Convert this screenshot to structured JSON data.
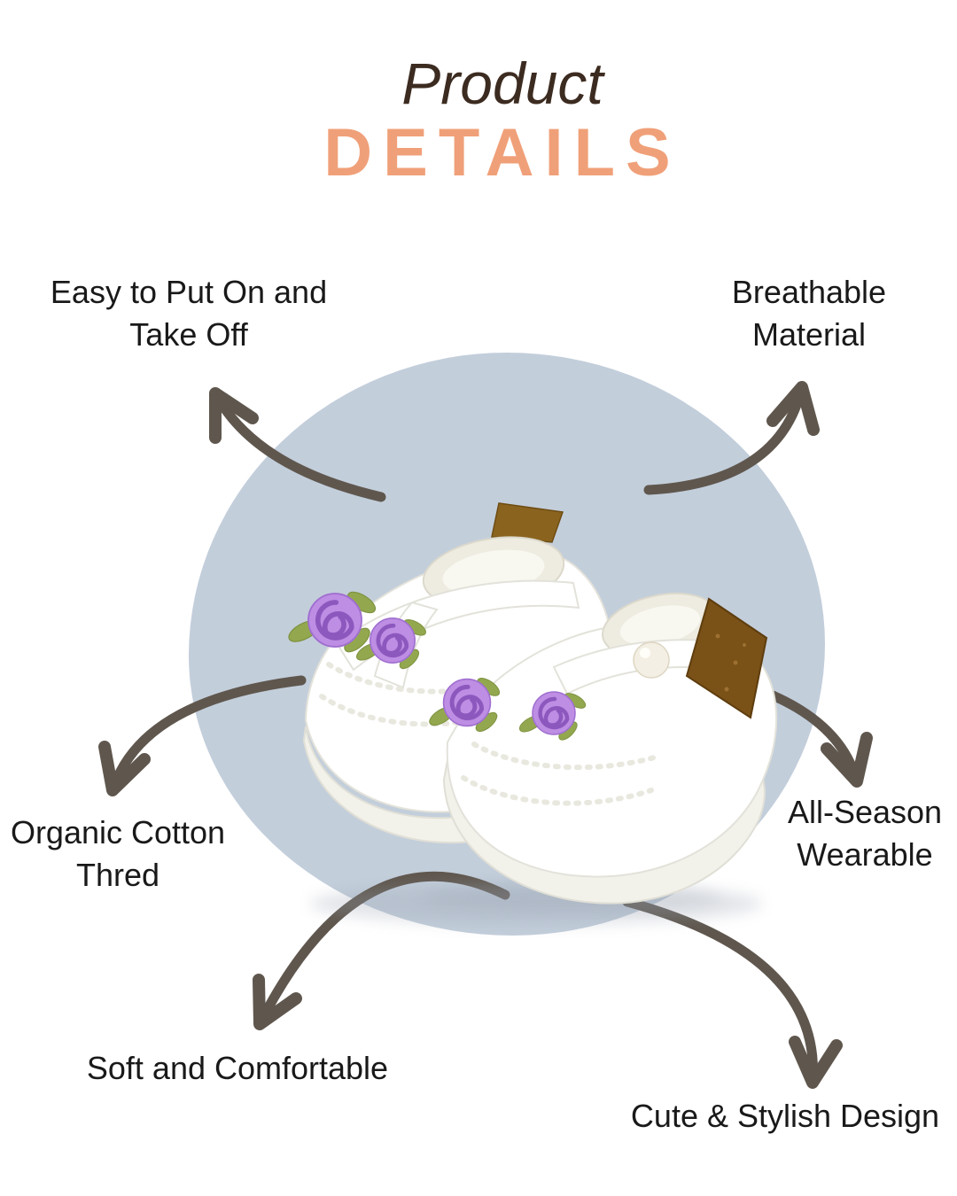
{
  "header": {
    "pretitle": "Product",
    "title": "DETAILS"
  },
  "features": [
    {
      "name": "easy-to-put-on-take-off",
      "lines": [
        "Easy to Put On and",
        "Take Off"
      ]
    },
    {
      "name": "breathable-material",
      "lines": [
        "Breathable",
        "Material"
      ]
    },
    {
      "name": "organic-cotton-thread",
      "lines": [
        "Organic Cotton",
        "Thred"
      ]
    },
    {
      "name": "all-season-wearable",
      "lines": [
        "All-Season",
        "Wearable"
      ]
    },
    {
      "name": "soft-and-comfortable",
      "lines": [
        "Soft and Comfortable"
      ]
    },
    {
      "name": "cute-stylish-design",
      "lines": [
        "Cute & Stylish Design"
      ]
    }
  ],
  "product": {
    "description": "White crochet baby booties decorated with lilac satin roses, green leaves, a pearl button and a brown leather tag, on a light blue circle"
  },
  "colors": {
    "background": "#ffffff",
    "circle": "#c3cedb",
    "arrow": "#5f574e",
    "title_script": "#3c2b20",
    "title_accent": "#f0a079",
    "label_text": "#191919",
    "rose": "#bd8ee3",
    "leaf": "#93a84e",
    "pearl": "#f3efe4",
    "tag_leather": "#7a5117"
  }
}
